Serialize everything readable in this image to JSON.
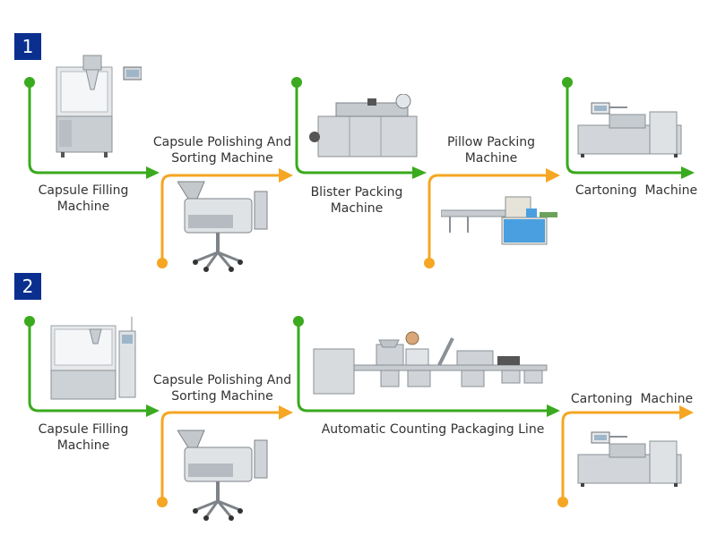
{
  "colors": {
    "badge": "#0a2f8f",
    "green": "#3aaa1e",
    "orange": "#f5a623",
    "text": "#333333"
  },
  "rows": [
    {
      "badge": "1",
      "steps": [
        {
          "label": [
            "Capsule Filling",
            "Machine"
          ],
          "machine": "capsule-filling-machine",
          "line_color": "green"
        },
        {
          "label": [
            "Capsule Polishing And",
            "Sorting Machine"
          ],
          "machine": "capsule-polishing-machine",
          "line_color": "orange"
        },
        {
          "label": [
            "Blister Packing",
            "Machine"
          ],
          "machine": "blister-packing-machine",
          "line_color": "green"
        },
        {
          "label": [
            "Pillow Packing",
            "Machine"
          ],
          "machine": "pillow-packing-machine",
          "line_color": "orange"
        },
        {
          "label": [
            "Cartoning  Machine"
          ],
          "machine": "cartoning-machine",
          "line_color": "green"
        }
      ]
    },
    {
      "badge": "2",
      "steps": [
        {
          "label": [
            "Capsule Filling",
            "Machine"
          ],
          "machine": "capsule-filling-machine",
          "line_color": "green"
        },
        {
          "label": [
            "Capsule Polishing And",
            "Sorting Machine"
          ],
          "machine": "capsule-polishing-machine",
          "line_color": "orange"
        },
        {
          "label": [
            "Automatic Counting Packaging Line"
          ],
          "machine": "automatic-counting-packaging-line",
          "line_color": "green"
        },
        {
          "label": [
            "Cartoning  Machine"
          ],
          "machine": "cartoning-machine",
          "line_color": "orange"
        }
      ]
    }
  ]
}
